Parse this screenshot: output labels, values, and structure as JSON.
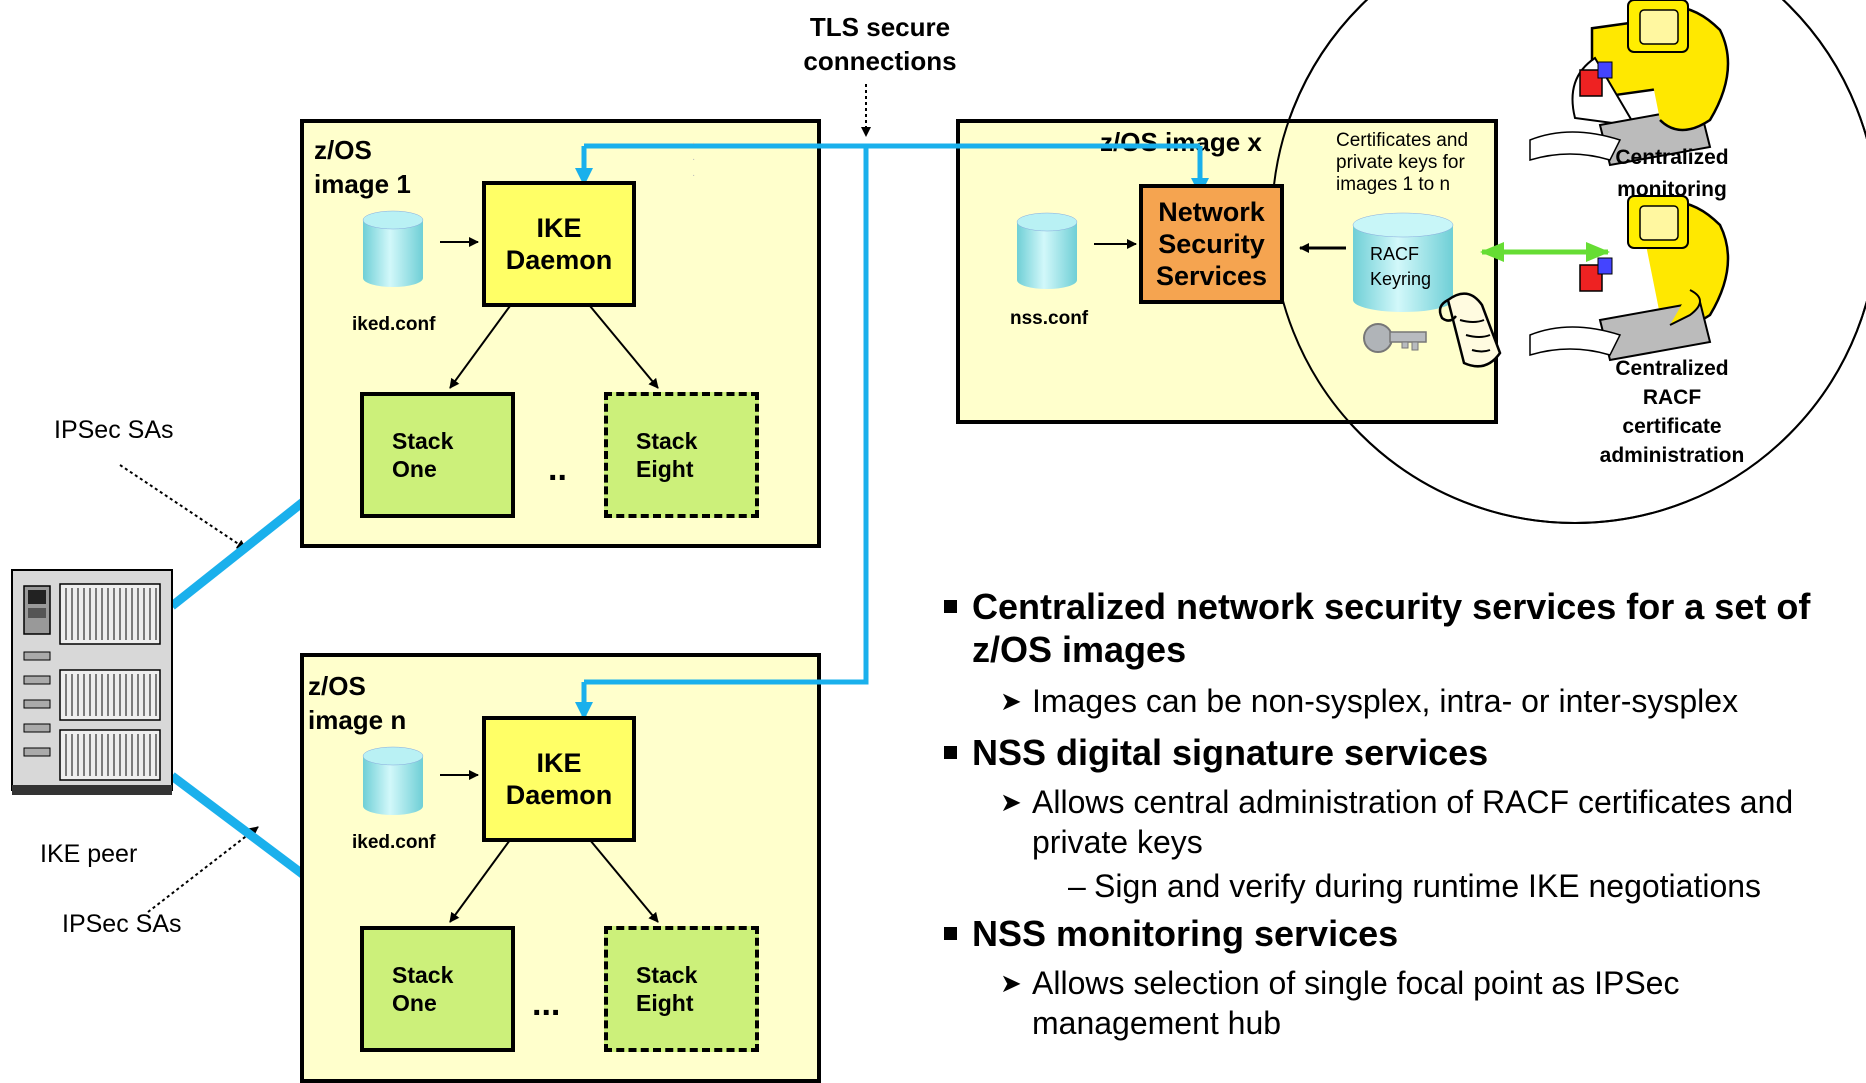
{
  "tls_label": [
    "TLS secure",
    "connections"
  ],
  "image1": {
    "title": [
      "z/OS",
      "image 1"
    ],
    "ike": [
      "IKE",
      "Daemon"
    ],
    "conf": "iked.conf",
    "stack1": [
      "Stack",
      "One"
    ],
    "stack8": [
      "Stack",
      "Eight"
    ],
    "ellipsis": ".."
  },
  "imagen": {
    "title": [
      "z/OS",
      "image n"
    ],
    "ike": [
      "IKE",
      "Daemon"
    ],
    "conf": "iked.conf",
    "stack1": [
      "Stack",
      "One"
    ],
    "stack8": [
      "Stack",
      "Eight"
    ],
    "ellipsis": "..."
  },
  "imagex": {
    "title": "z/OS image x",
    "nss": [
      "Network",
      "Security",
      "Services"
    ],
    "conf": "nss.conf",
    "certs_note": [
      "Certificates and",
      "private keys for",
      "images 1 to n"
    ],
    "keyring": [
      "RACF",
      "Keyring"
    ]
  },
  "central_monitoring": [
    "Centralized",
    "monitoring"
  ],
  "central_racf": [
    "Centralized",
    "RACF",
    "certificate",
    "administration"
  ],
  "ipsec_top": "IPSec SAs",
  "ipsec_bottom": "IPSec SAs",
  "ike_peer": "IKE peer",
  "bullets": {
    "b1": [
      "Centralized network security services for a set of",
      "z/OS images"
    ],
    "b1_sub": "Images can be non-sysplex, intra- or inter-sysplex",
    "b2": "NSS digital signature services",
    "b2_sub": [
      "Allows central administration of RACF certificates and",
      "private keys"
    ],
    "b2_subsub": "Sign and verify during runtime IKE negotiations",
    "b3": "NSS monitoring services",
    "b3_sub": [
      "Allows selection of single focal point as IPSec",
      "management hub"
    ]
  },
  "colors": {
    "image_fill": "#ffffcc",
    "ike_fill": "#ffff66",
    "nss_fill": "#f5a450",
    "stack_fill": "#ccf07a",
    "tls_line": "#1ab0ec",
    "ipsec_line": "#1ab0ec",
    "bidirectional_arrow": "#66dd33",
    "keyring_fill": "#aef0f8",
    "database_fill": "#a6ecef"
  }
}
